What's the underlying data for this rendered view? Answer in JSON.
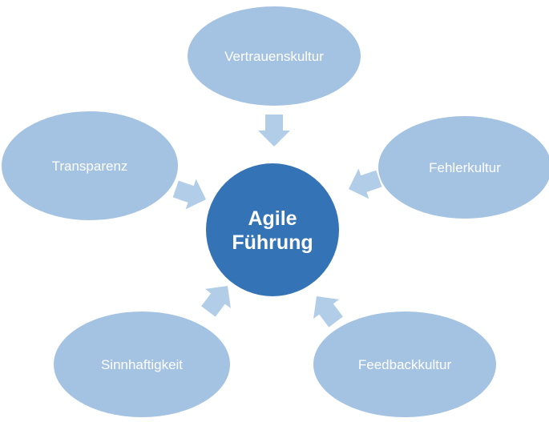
{
  "diagram": {
    "center": {
      "lines": [
        "Agile",
        "Führung"
      ]
    },
    "nodes": [
      {
        "id": "vertrauenskultur",
        "label": "Vertrauenskultur"
      },
      {
        "id": "fehlerkultur",
        "label": "Fehlerkultur"
      },
      {
        "id": "feedbackkultur",
        "label": "Feedbackkultur"
      },
      {
        "id": "sinnhaftigkeit",
        "label": "Sinnhaftigkeit"
      },
      {
        "id": "transparenz",
        "label": "Transparenz"
      }
    ],
    "colors": {
      "outer_fill": "#a4c3e2",
      "center_fill": "#3473b5",
      "arrow_fill": "#b2cde8",
      "text": "#ffffff"
    }
  }
}
